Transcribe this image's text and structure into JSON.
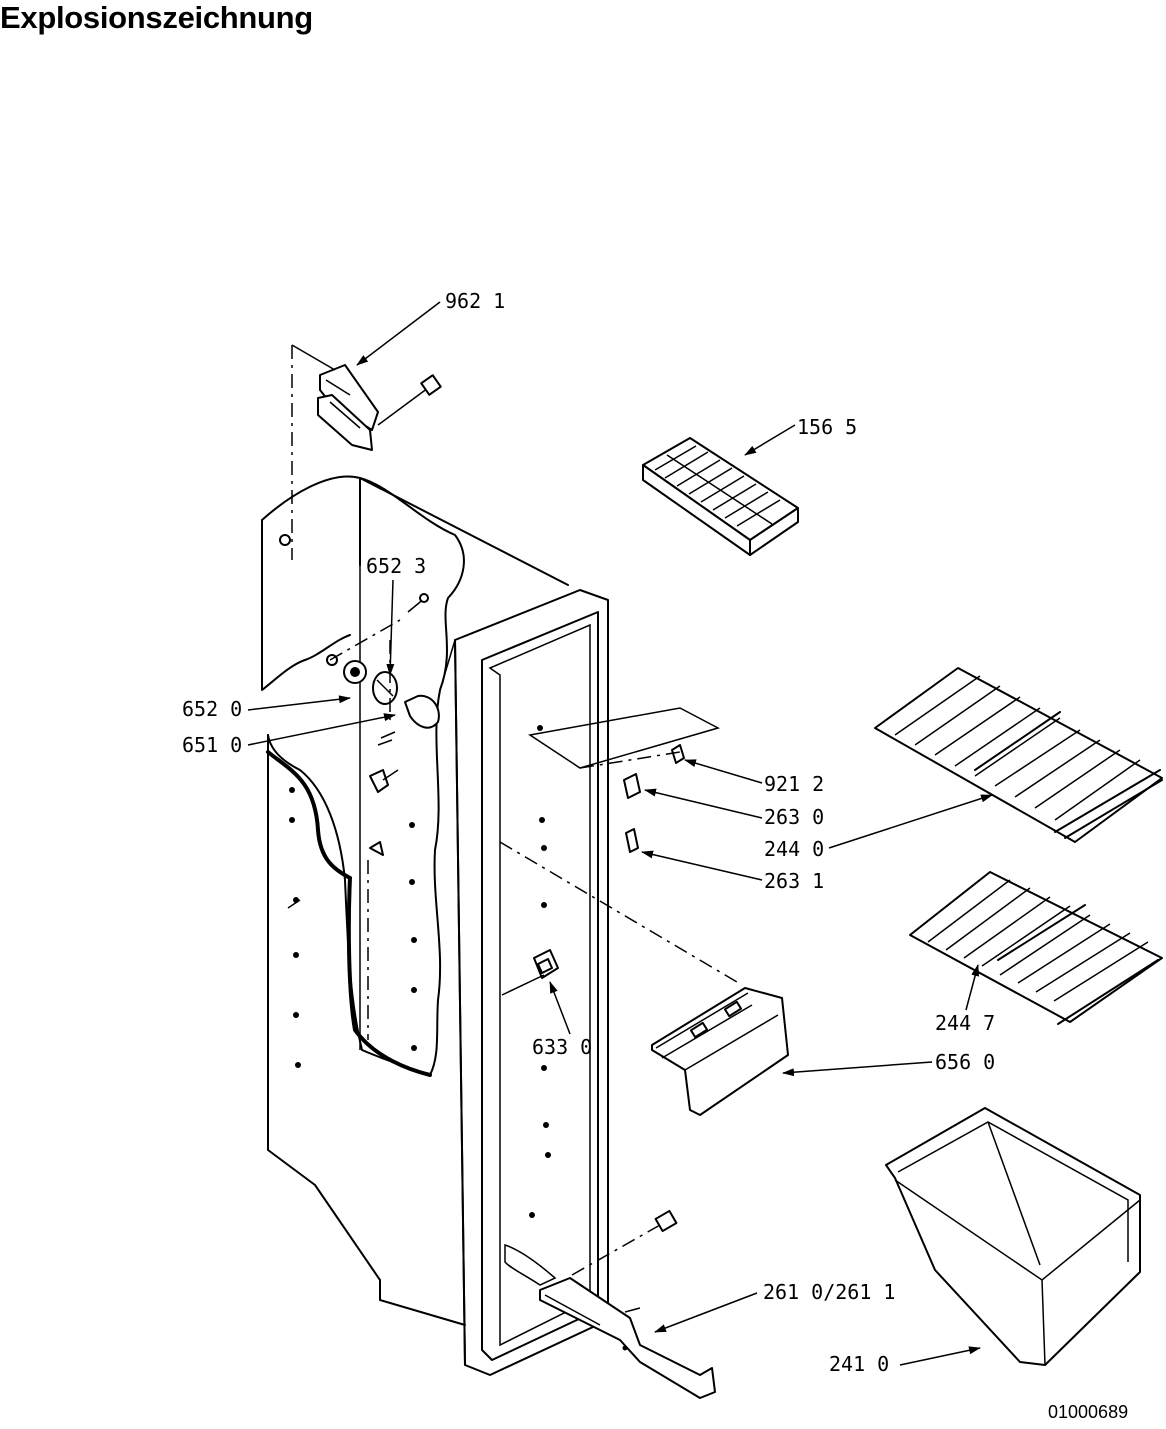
{
  "title": "Explosionszeichnung",
  "document_number": "01000689",
  "callouts": [
    {
      "id": "c9621",
      "text": "962 1"
    },
    {
      "id": "c1565",
      "text": "156 5"
    },
    {
      "id": "c6523",
      "text": "652 3"
    },
    {
      "id": "c6520",
      "text": "652 0"
    },
    {
      "id": "c6510",
      "text": "651 0"
    },
    {
      "id": "c9212",
      "text": "921 2"
    },
    {
      "id": "c2630",
      "text": "263 0"
    },
    {
      "id": "c2440",
      "text": "244 0"
    },
    {
      "id": "c2631",
      "text": "263 1"
    },
    {
      "id": "c2447",
      "text": "244 7"
    },
    {
      "id": "c6330",
      "text": "633 0"
    },
    {
      "id": "c6560",
      "text": "656 0"
    },
    {
      "id": "c2610",
      "text": "261 0/261 1"
    },
    {
      "id": "c2410",
      "text": "241 0"
    }
  ]
}
